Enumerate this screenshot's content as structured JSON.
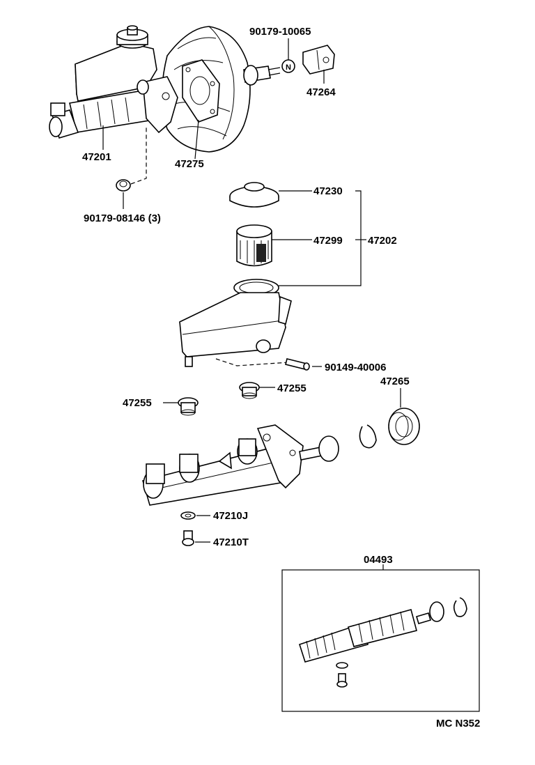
{
  "diagram": {
    "labels": {
      "p90179_10065": "90179-10065",
      "p47264": "47264",
      "p47201": "47201",
      "p47275": "47275",
      "p90179_08146": "90179-08146 (3)",
      "p47230": "47230",
      "p47299": "47299",
      "p47202": "47202",
      "p90149_40006": "90149-40006",
      "p47265": "47265",
      "p47255_right": "47255",
      "p47255_left": "47255",
      "p47210J": "47210J",
      "p47210T": "47210T",
      "p04493": "04493",
      "code": "MC N352"
    },
    "nut_mark": "N"
  }
}
